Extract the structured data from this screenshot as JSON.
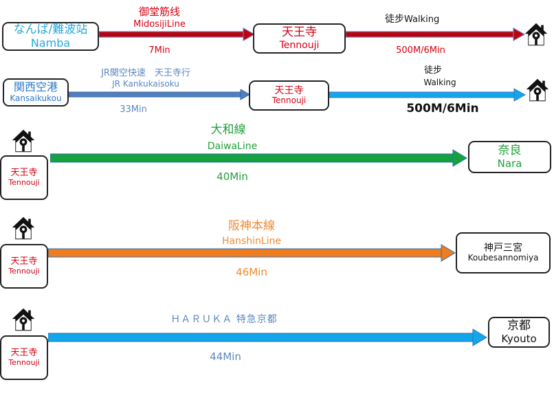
{
  "routes": [
    {
      "from": {
        "jp": "なんば/難波站",
        "en": "Namba"
      },
      "line_jp": "御堂筋线",
      "line_en": "MidosijiLine",
      "time": "7Min",
      "to": {
        "jp": "天王寺",
        "en": "Tennouji"
      },
      "walk_jp": "徒步",
      "walk_en": "Walking",
      "walk_time": "500M/6Min"
    },
    {
      "from": {
        "jp": "関西空港",
        "en": "Kansaikukou"
      },
      "line_jp": "JR関空快速　天王寺行",
      "line_en": "JR Kankukaisoku",
      "time": "33Min",
      "to": {
        "jp": "天王寺",
        "en": "Tennouji"
      },
      "walk_jp": "徒步",
      "walk_en": "Walking",
      "walk_time": "500M/6Min"
    },
    {
      "from": {
        "jp": "天王寺",
        "en": "Tennouji"
      },
      "line_jp": "大和線",
      "line_en": "DaiwaLine",
      "time": "40Min",
      "to": {
        "jp": "奈良",
        "en": "Nara"
      }
    },
    {
      "from": {
        "jp": "天王寺",
        "en": "Tennouji"
      },
      "line_jp": "阪神本線",
      "line_en": "HanshinLine",
      "time": "46Min",
      "to": {
        "jp": "神戸三宮",
        "en": "Koubesannomiya"
      }
    },
    {
      "from": {
        "jp": "天王寺",
        "en": "Tennouji"
      },
      "line_jp": "ＨＡＲＵＫＡ 特急京都",
      "time": "44Min",
      "to": {
        "jp": "京都",
        "en": "Kyouto"
      }
    }
  ],
  "colors": {
    "red_line": "#c0000b",
    "blue_line": "#4f7fbf",
    "sky_line": "#12a7ea",
    "green_line": "#13a23d",
    "orange_line": "#ed7d1f",
    "red_text": "#d40012",
    "blue_text": "#2d79c7",
    "green_text": "#22a13b",
    "orange_text": "#ef8a32",
    "slate_text": "#5b86c2",
    "sky_text": "#25a8e0"
  },
  "icons": [
    "house-icon"
  ]
}
